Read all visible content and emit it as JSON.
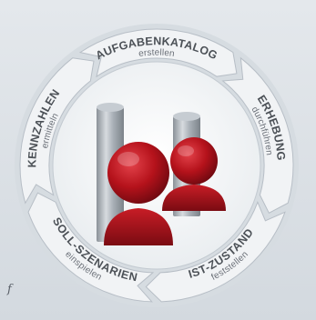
{
  "colors": {
    "segment_fill": "#f1f3f5",
    "segment_stroke": "#b7bec6",
    "ring_inner_fill": "#cfd6dc",
    "text_title": "#4c5157",
    "text_sub": "#6b7078",
    "pillar": "#9aa1a8",
    "figure_red": "#b5121b",
    "figure_dark": "#7a0b12"
  },
  "segments": [
    {
      "title": "AUFGABENKATALOG",
      "subtitle": "erstellen"
    },
    {
      "title": "ERHEBUNG",
      "subtitle": "durchführen"
    },
    {
      "title": "IST-ZUSTAND",
      "subtitle": "feststellen"
    },
    {
      "title": "SOLL-SZENARIEN",
      "subtitle": "einspielen"
    },
    {
      "title": "KENNZAHLEN",
      "subtitle": "ermitteln"
    }
  ],
  "center": {
    "icon": "two-people-icon"
  },
  "footnote": "f"
}
